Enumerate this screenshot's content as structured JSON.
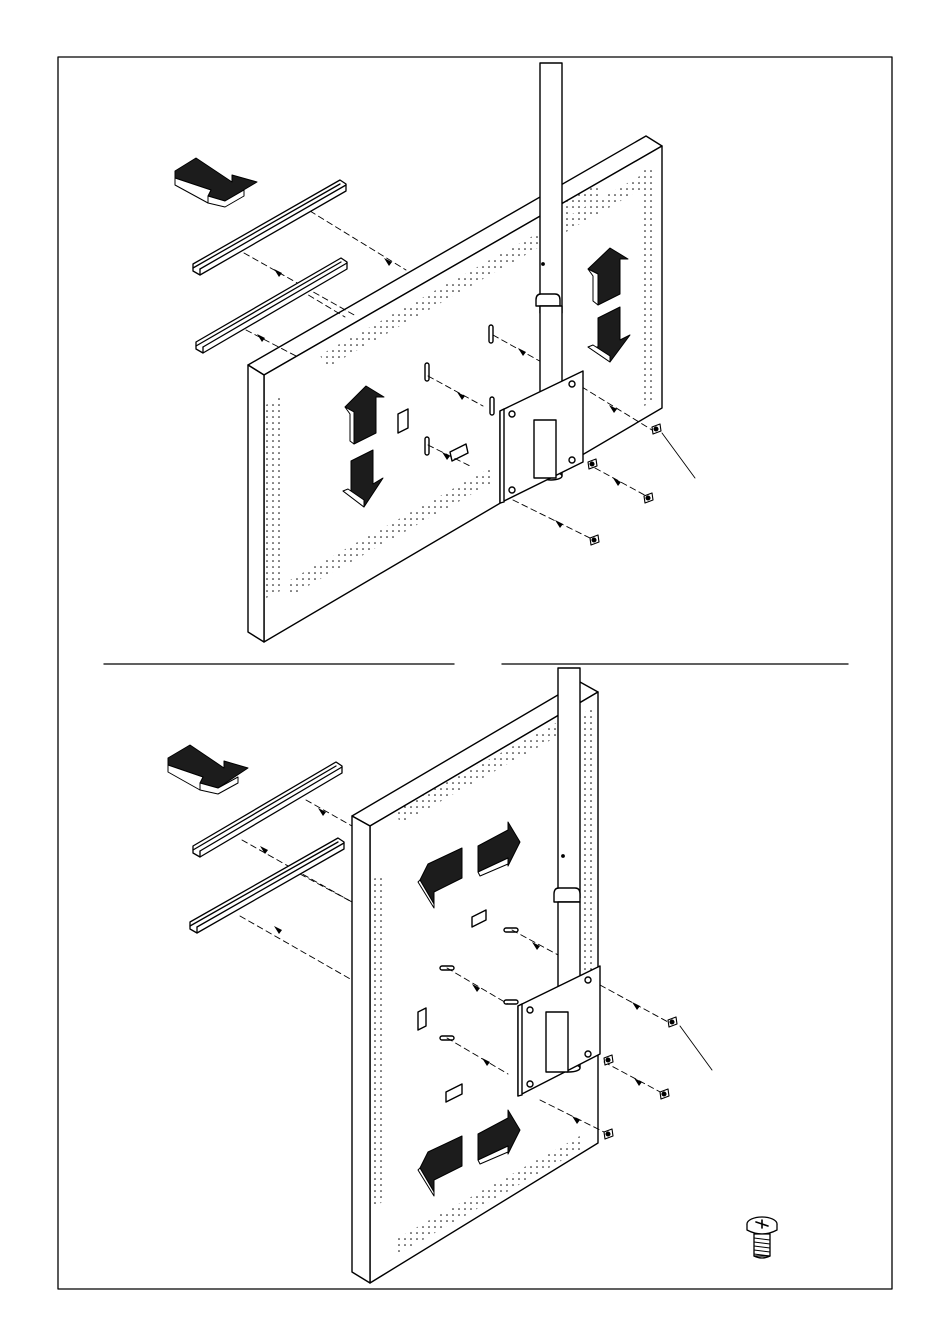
{
  "document": {
    "type": "assembly-instruction-sheet",
    "text": []
  },
  "figures": [
    {
      "id": "landscape-mounting",
      "panel_orientation": "landscape",
      "parts": [
        "display-panel",
        "mounting-rail",
        "mounting-rail",
        "ceiling-pole",
        "mounting-plate"
      ],
      "screws": 4,
      "arrows": [
        "direction-arrow-right",
        "direction-arrow-up",
        "direction-arrow-down",
        "direction-arrow-up",
        "direction-arrow-down"
      ]
    },
    {
      "id": "portrait-mounting",
      "panel_orientation": "portrait",
      "parts": [
        "display-panel",
        "mounting-rail",
        "mounting-rail",
        "ceiling-pole",
        "mounting-plate"
      ],
      "screws": 4,
      "arrows": [
        "direction-arrow-right",
        "direction-arrow-left",
        "direction-arrow-right",
        "direction-arrow-left",
        "direction-arrow-right"
      ]
    }
  ],
  "detail": {
    "part": "screw",
    "view": "enlarged"
  },
  "colors": {
    "line": "#000000",
    "fill": "#ffffff",
    "arrow_dark": "#1c1c1c",
    "arrow_side": "#ffffff"
  }
}
